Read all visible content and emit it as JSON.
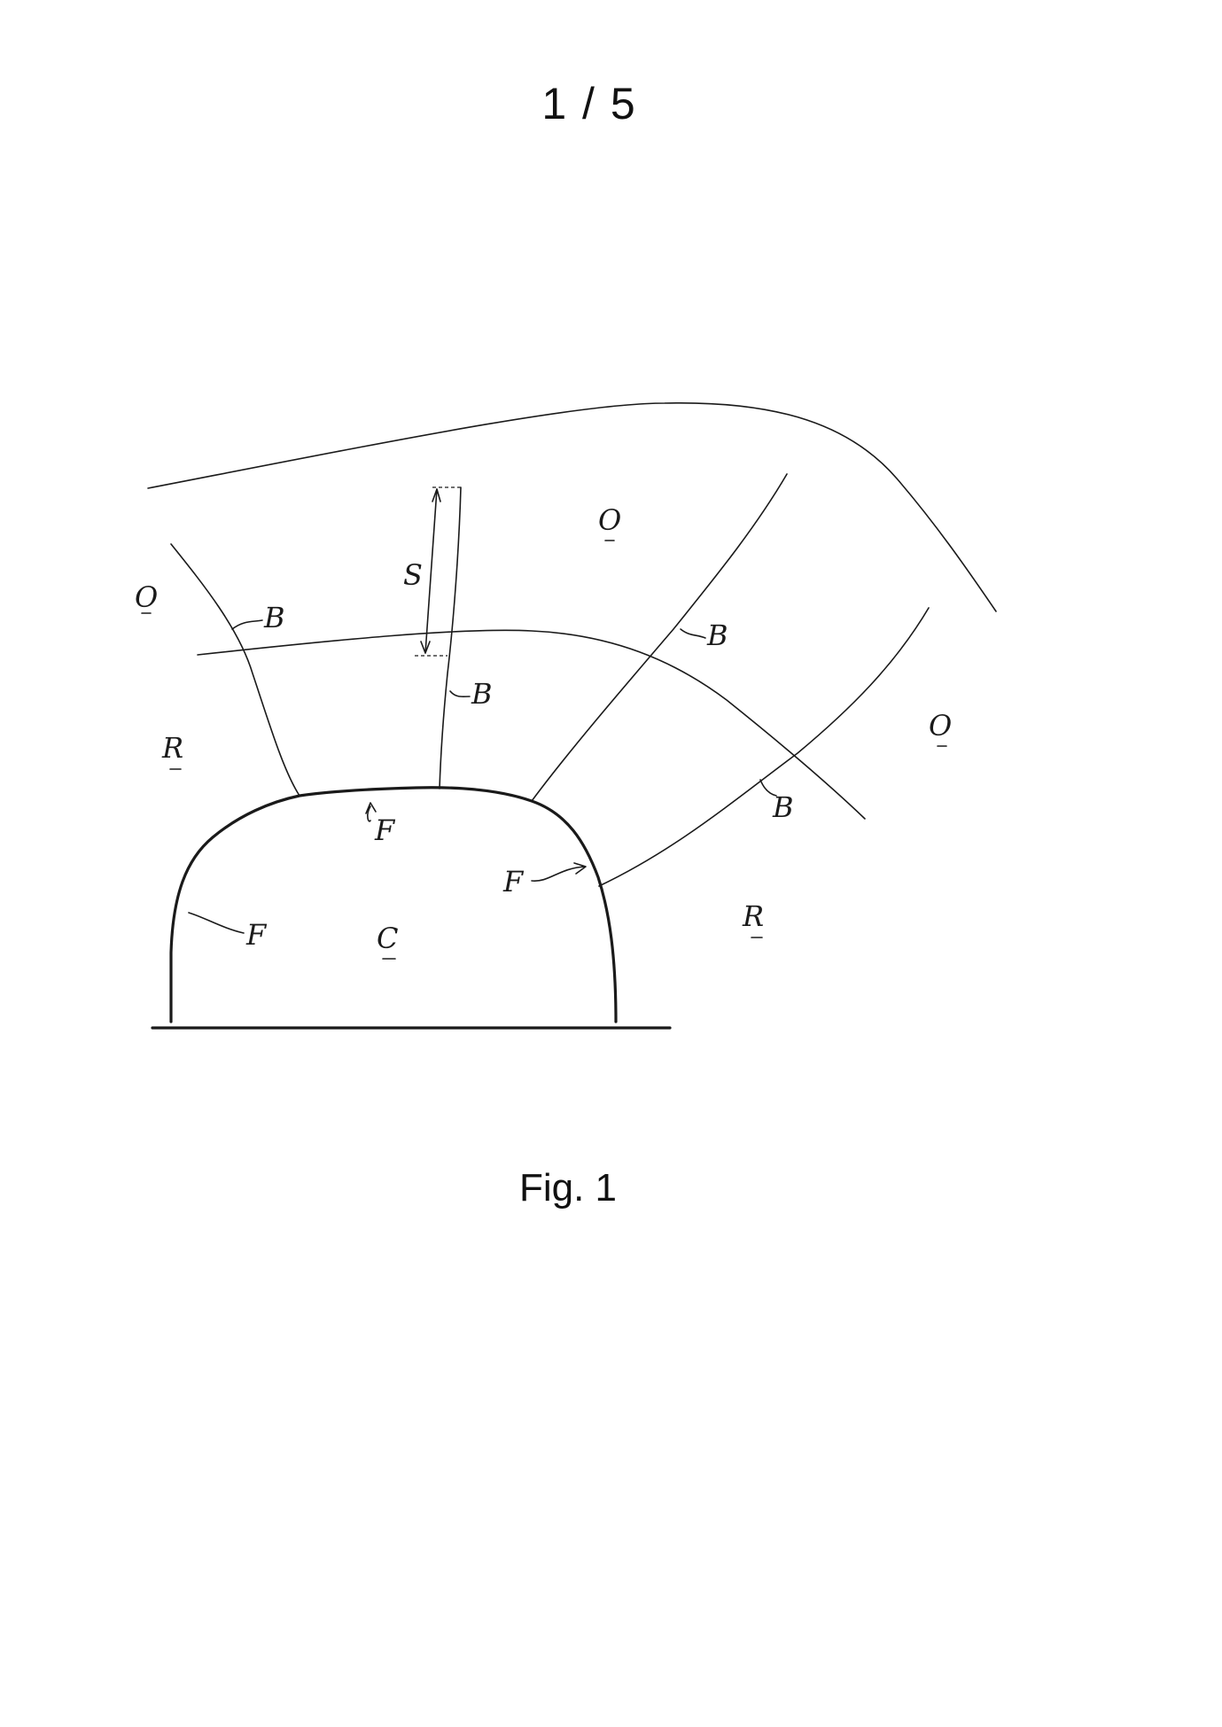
{
  "page": {
    "number_label": "1 / 5",
    "caption": "Fig. 1"
  },
  "labels": {
    "O": "O",
    "R": "R",
    "B": "B",
    "F": "F",
    "C": "C",
    "S": "S"
  }
}
